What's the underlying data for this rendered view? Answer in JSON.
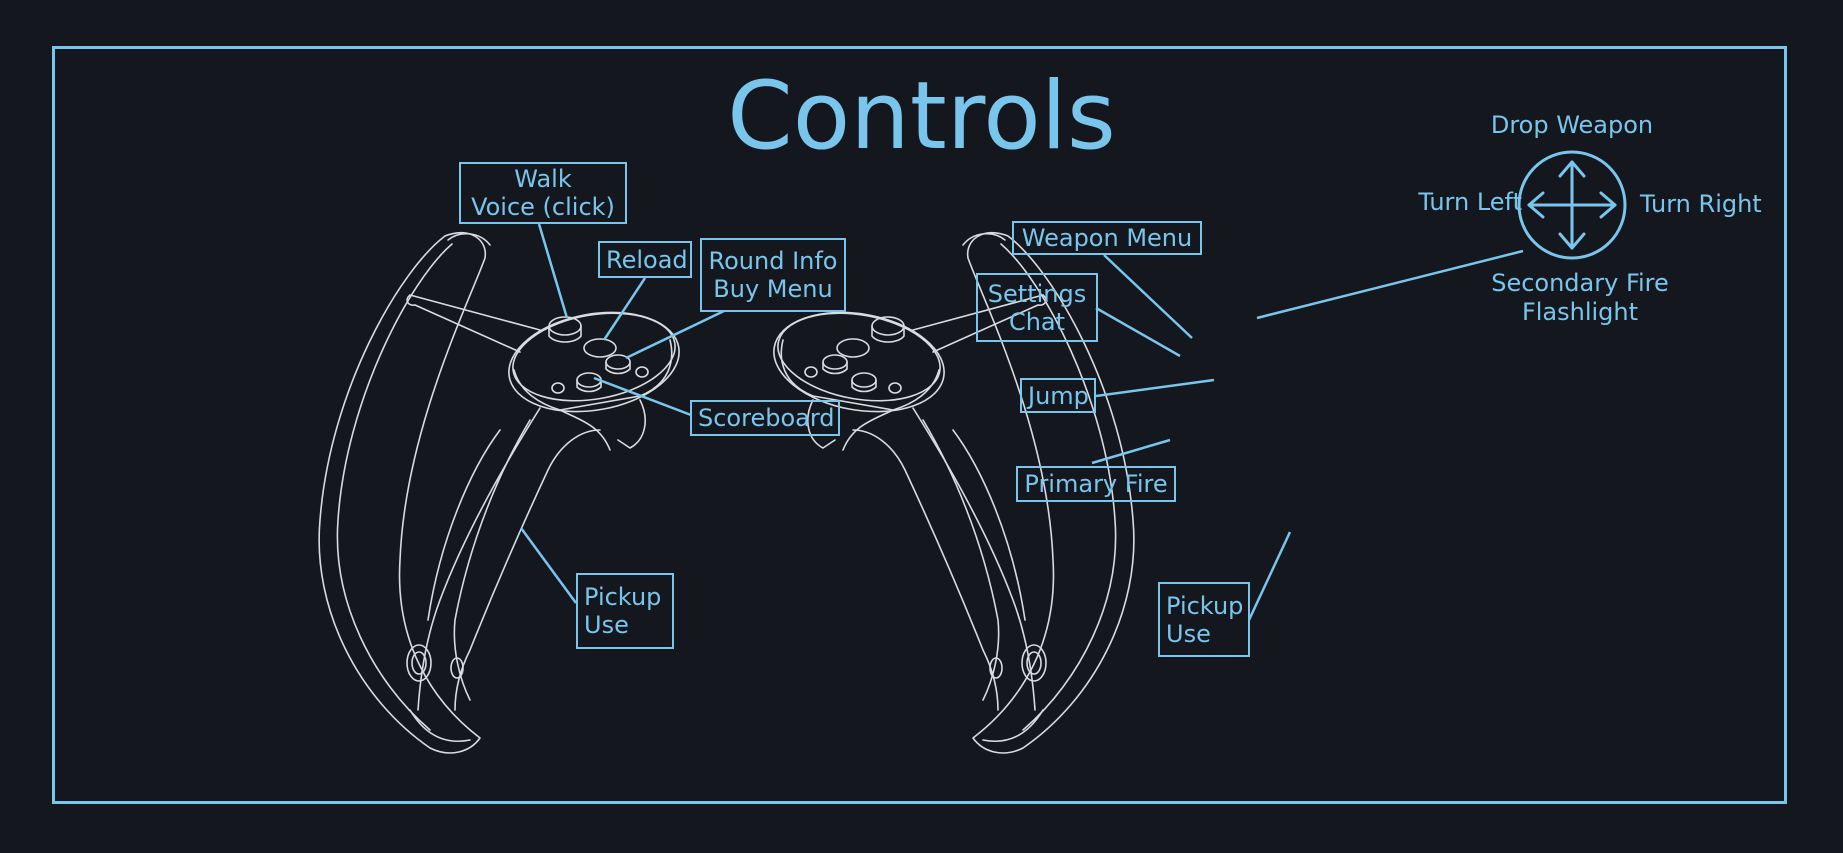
{
  "title": "Controls",
  "colors": {
    "background": "#14171e",
    "accent": "#79c5ec",
    "controller_line": "#d8dce0"
  },
  "left_controller": {
    "walk_voice": [
      "Walk",
      "Voice (click)"
    ],
    "reload": "Reload",
    "round_info_buy": [
      "Round Info",
      "Buy Menu"
    ],
    "scoreboard": "Scoreboard",
    "pickup_use": [
      "Pickup",
      "Use"
    ]
  },
  "right_controller": {
    "weapon_menu": "Weapon Menu",
    "settings_chat": [
      "Settings",
      "Chat"
    ],
    "jump": "Jump",
    "primary_fire": "Primary Fire",
    "pickup_use": [
      "Pickup",
      "Use"
    ]
  },
  "dpad": {
    "icon": "four-way-arrow-icon",
    "up": "Drop Weapon",
    "left": "Turn Left",
    "right": "Turn Right",
    "down": [
      "Secondary Fire",
      "Flashlight"
    ]
  }
}
